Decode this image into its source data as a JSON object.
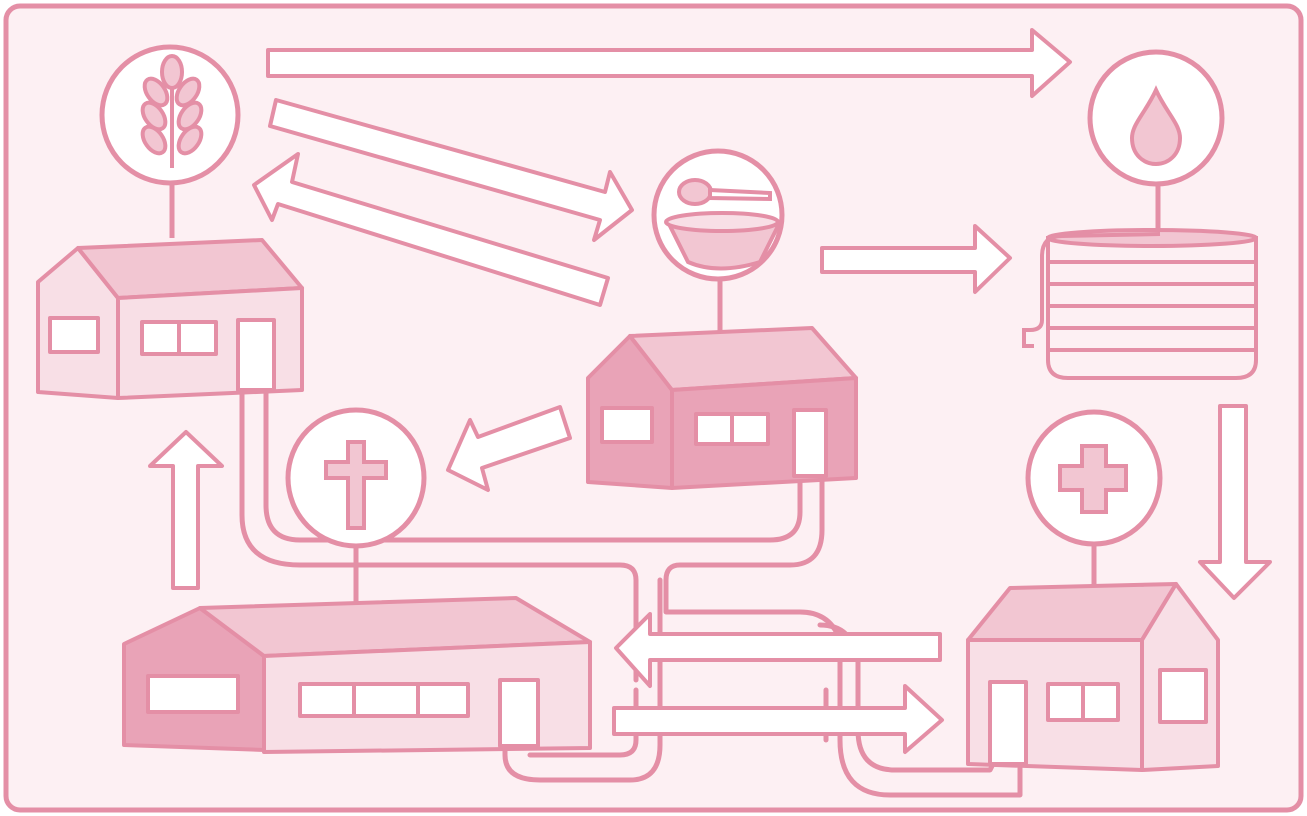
{
  "diagram": {
    "colors": {
      "outline": "#e48fa6",
      "background": "#fdf0f3",
      "fill_light": "#f8dfe6",
      "fill_mid": "#f2c6d2",
      "fill_dark": "#e9a3b7",
      "window": "#ffffff"
    },
    "nodes": [
      {
        "id": "farm",
        "icon": "wheat-icon"
      },
      {
        "id": "kitchen",
        "icon": "bowl-spoon-icon"
      },
      {
        "id": "water-tank",
        "icon": "water-drop-icon"
      },
      {
        "id": "church",
        "icon": "cross-icon"
      },
      {
        "id": "clinic",
        "icon": "medical-cross-icon"
      },
      {
        "id": "community-hall",
        "icon": "none"
      }
    ],
    "arrows": [
      {
        "from": "farm",
        "to": "water-tank"
      },
      {
        "from": "farm",
        "to": "kitchen"
      },
      {
        "from": "kitchen",
        "to": "farm"
      },
      {
        "from": "kitchen",
        "to": "water-tank"
      },
      {
        "from": "kitchen",
        "to": "church"
      },
      {
        "from": "water-tank",
        "to": "clinic"
      },
      {
        "from": "community-hall",
        "to": "farm"
      },
      {
        "from": "clinic",
        "to": "community-hall"
      },
      {
        "from": "community-hall",
        "to": "clinic"
      }
    ]
  }
}
